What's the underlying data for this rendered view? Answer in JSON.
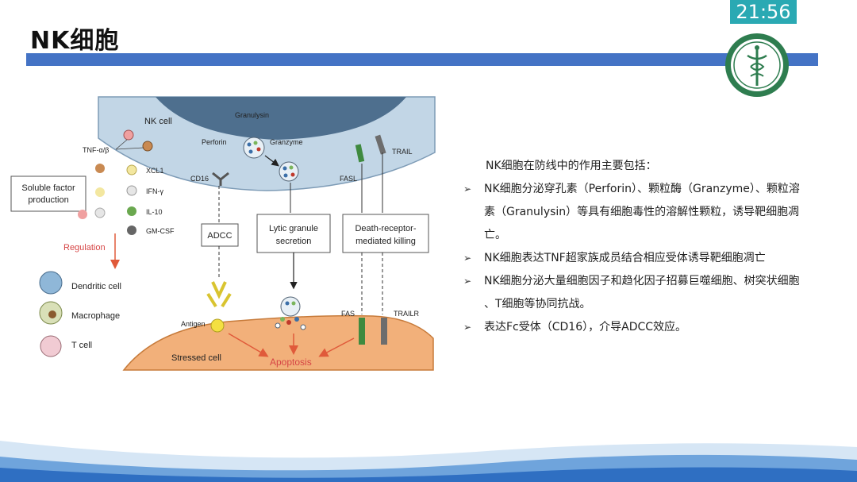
{
  "slide": {
    "title": "NK细胞",
    "clock": "21:56",
    "colors": {
      "title_bar": "#4473c5",
      "clock_bg": "#2aa9b3",
      "logo_green": "#2e7d4f"
    }
  },
  "figure": {
    "nk_cell": "NK cell",
    "granulysin": "Granulysin",
    "perforin": "Perforin",
    "granzyme": "Granzyme",
    "tnf": "TNF-α/β",
    "cd16": "CD16",
    "fasl": "FASL",
    "trail": "TRAIL",
    "soluble_factor": [
      "Soluble factor",
      "production"
    ],
    "cytokines": [
      "XCL1",
      "IFN-γ",
      "IL-10",
      "GM-CSF"
    ],
    "regulation": "Regulation",
    "immune_cells": [
      "Dendritic cell",
      "Macrophage",
      "T cell"
    ],
    "adcc": "ADCC",
    "lytic": [
      "Lytic granule",
      "secretion"
    ],
    "death_receptor": [
      "Death-receptor-",
      "mediated killing"
    ],
    "antigen": "Antigen",
    "fas": "FAS",
    "trailr": "TRAILR",
    "stressed_cell": "Stressed cell",
    "apoptosis": "Apoptosis"
  },
  "text": {
    "intro": "NK细胞在防线中的作用主要包括：",
    "bullets": [
      {
        "lines": [
          "NK细胞分泌穿孔素（Perforin）、颗粒酶（Granzyme）、颗粒溶",
          "素（Granulysin）等具有细胞毒性的溶解性颗粒，诱导靶细胞凋",
          "亡。"
        ]
      },
      {
        "lines": [
          "NK细胞表达TNF超家族成员结合相应受体诱导靶细胞凋亡"
        ]
      },
      {
        "lines": [
          "NK细胞分泌大量细胞因子和趋化因子招募巨噬细胞、树突状细胞",
          "、T细胞等协同抗战。"
        ]
      },
      {
        "lines": [
          "表达Fc受体（CD16），介导ADCC效应。"
        ]
      }
    ]
  }
}
